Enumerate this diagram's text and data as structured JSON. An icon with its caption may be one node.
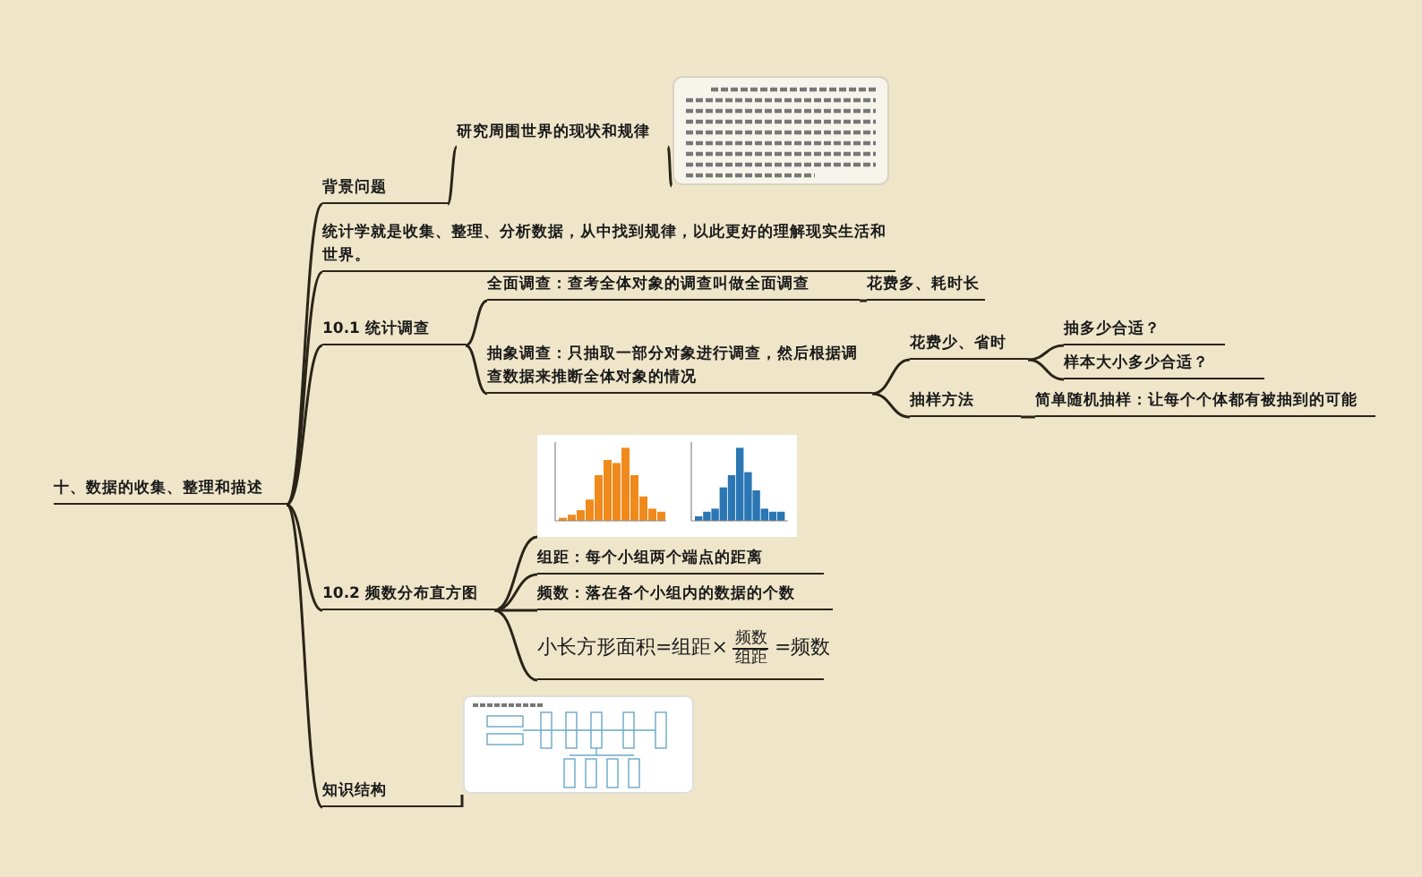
{
  "diagram": {
    "nodes": [
      {
        "text": [
          "十、数据的收集、整理和描述"
        ]
      },
      {
        "text": [
          "背景问题"
        ]
      },
      {
        "text": [
          "研究周围世界的现状和规律"
        ]
      },
      {
        "text": [],
        "shape": "picture"
      },
      {
        "text": [
          "统计学就是收集、整理、分析数据，从中找到规律，以此更好的理解现实生活和世界。"
        ]
      },
      {
        "text": [
          "10.1 统计调查"
        ]
      },
      {
        "text": [
          "全面调查：查考全体对象的调查叫做全面调查"
        ]
      },
      {
        "text": [
          "花费多、耗时长"
        ]
      },
      {
        "text": [
          "抽象调查：只抽取一部分对象进行调查，然后根据调查数据来推断全体对象的情况"
        ]
      },
      {
        "text": [
          "花费少、省时"
        ]
      },
      {
        "text": [
          "抽多少合适？"
        ]
      },
      {
        "text": [
          "样本大小多少合适？"
        ]
      },
      {
        "text": [
          "抽样方法"
        ]
      },
      {
        "text": [
          "简单随机抽样：让每个个体都有被抽到的可能"
        ]
      },
      {
        "text": [
          "10.2 频数分布直方图"
        ]
      },
      {
        "text": [],
        "shape": "picture"
      },
      {
        "text": [
          "组距：每个小组两个端点的距离"
        ]
      },
      {
        "text": [
          "频数：落在各个小组内的数据的个数"
        ]
      },
      {
        "text": [
          "小长方形面积=组距×",
          "频数",
          "组距",
          "=频数"
        ]
      },
      {
        "text": [
          "知识结构"
        ]
      },
      {
        "text": [],
        "shape": "picture"
      }
    ],
    "edges": [
      {
        "from": 0,
        "to": 1,
        "arrow": "none"
      },
      {
        "from": 1,
        "to": 2,
        "arrow": "none"
      },
      {
        "from": 2,
        "to": 3,
        "arrow": "none"
      },
      {
        "from": 0,
        "to": 4,
        "arrow": "none"
      },
      {
        "from": 0,
        "to": 5,
        "arrow": "none"
      },
      {
        "from": 5,
        "to": 6,
        "arrow": "none"
      },
      {
        "from": 6,
        "to": 7,
        "arrow": "none"
      },
      {
        "from": 5,
        "to": 8,
        "arrow": "none"
      },
      {
        "from": 8,
        "to": 9,
        "arrow": "none"
      },
      {
        "from": 9,
        "to": 10,
        "arrow": "none"
      },
      {
        "from": 9,
        "to": 11,
        "arrow": "none"
      },
      {
        "from": 8,
        "to": 12,
        "arrow": "none"
      },
      {
        "from": 12,
        "to": 13,
        "arrow": "none"
      },
      {
        "from": 0,
        "to": 14,
        "arrow": "none"
      },
      {
        "from": 14,
        "to": 15,
        "arrow": "none"
      },
      {
        "from": 14,
        "to": 16,
        "arrow": "none"
      },
      {
        "from": 14,
        "to": 17,
        "arrow": "none"
      },
      {
        "from": 14,
        "to": 18,
        "arrow": "none"
      },
      {
        "from": 0,
        "to": 19,
        "arrow": "none"
      },
      {
        "from": 19,
        "to": 20,
        "arrow": "none"
      }
    ]
  }
}
